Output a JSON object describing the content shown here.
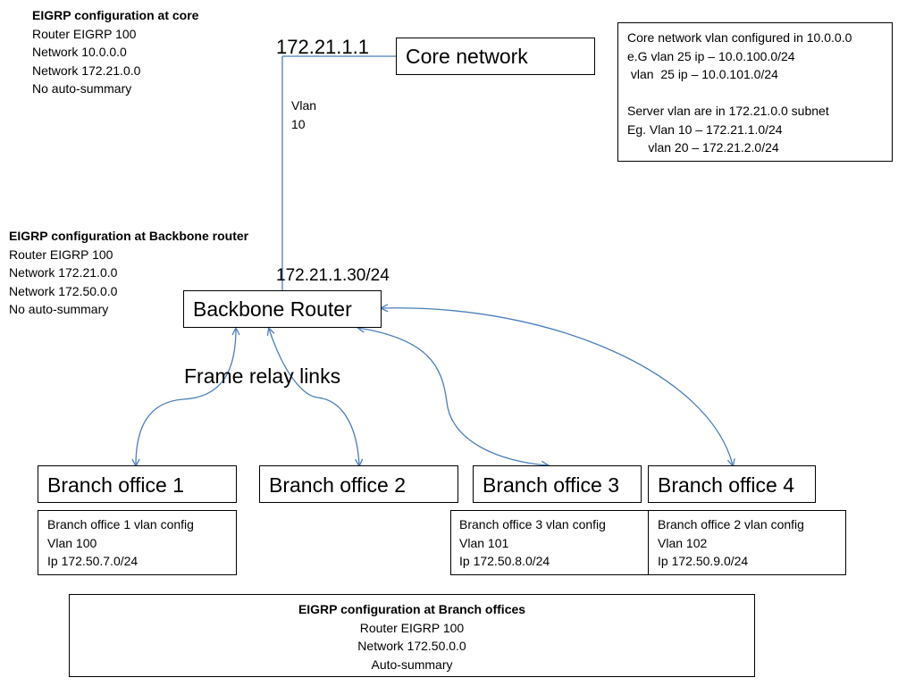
{
  "core_config": {
    "title": "EIGRP configuration at core",
    "lines": [
      "Router EIGRP 100",
      "Network 10.0.0.0",
      "Network 172.21.0.0",
      "No auto-summary"
    ]
  },
  "backbone_config": {
    "title": "EIGRP configuration at Backbone router",
    "lines": [
      "Router EIGRP 100",
      "Network 172.21.0.0",
      "Network 172.50.0.0",
      "No auto-summary"
    ]
  },
  "core_ip": "172.21.1.1",
  "core_network_label": "Core network",
  "vlan_label": [
    "Vlan",
    "10"
  ],
  "backbone_ip": "172.21.1.30/24",
  "backbone_router_label": "Backbone Router",
  "frame_relay_label": "Frame relay links",
  "notes_box": {
    "lines": [
      "Core network vlan configured in 10.0.0.0",
      "e.G vlan 25 ip – 10.0.100.0/24",
      " vlan  25 ip – 10.0.101.0/24",
      "",
      "Server vlan are in 172.21.0.0 subnet",
      "Eg. Vlan 10 – 172.21.1.0/24",
      "      vlan 20 – 172.21.2.0/24"
    ]
  },
  "branches": [
    {
      "label": "Branch office 1"
    },
    {
      "label": "Branch office 2"
    },
    {
      "label": "Branch office 3"
    },
    {
      "label": "Branch office 4"
    }
  ],
  "branch_configs": [
    {
      "lines": [
        "Branch office 1 vlan config",
        "Vlan 100",
        "Ip 172.50.7.0/24"
      ]
    },
    {
      "lines": [
        "Branch office 3 vlan config",
        "Vlan 101",
        "Ip 172.50.8.0/24"
      ]
    },
    {
      "lines": [
        "Branch office 2 vlan config",
        "Vlan 102",
        "Ip 172.50.9.0/24"
      ]
    }
  ],
  "branch_eigrp": {
    "title": "EIGRP configuration at Branch offices",
    "lines": [
      "Router EIGRP 100",
      "Network 172.50.0.0",
      "Auto-summary"
    ]
  },
  "colors": {
    "link": "#4a7ebb",
    "box_border": "#000000"
  }
}
